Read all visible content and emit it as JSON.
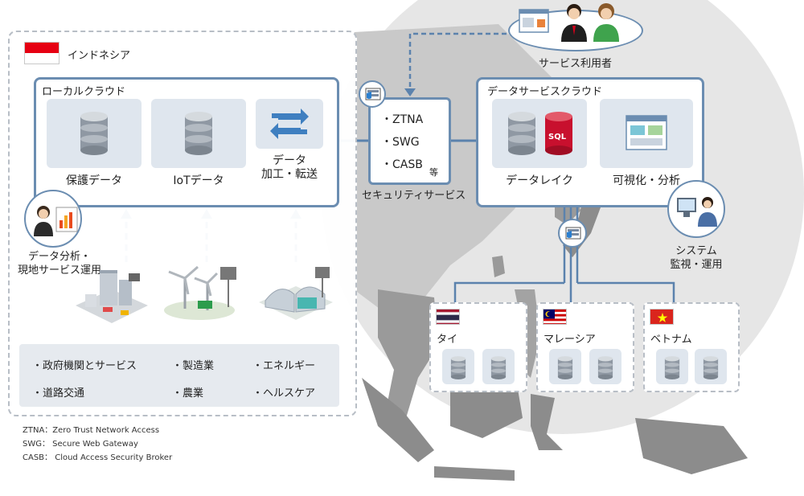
{
  "indonesia": {
    "country_label": "インドネシア",
    "local_cloud": {
      "title": "ローカルクラウド",
      "tiles": [
        {
          "label": "保護データ"
        },
        {
          "label": "IoTデータ"
        },
        {
          "label_line1": "データ",
          "label_line2": "加工・転送"
        }
      ]
    },
    "analysis_label_line1": "データ分析・",
    "analysis_label_line2": "現地サービス運用",
    "categories": [
      "・政府機関とサービス",
      "・製造業",
      "・エネルギー",
      "・道路交通",
      "・農業",
      "・ヘルスケア"
    ]
  },
  "security": {
    "items": [
      "・ZTNA",
      "・SWG",
      "・CASB"
    ],
    "etc": "等",
    "label": "セキュリティサービス"
  },
  "service_users": {
    "label": "サービス利用者"
  },
  "data_service_cloud": {
    "title": "データサービスクラウド",
    "tiles": [
      {
        "label": "データレイク",
        "sql": "SQL"
      },
      {
        "label": "可視化・分析"
      }
    ]
  },
  "system_ops": {
    "label_line1": "システム",
    "label_line2": "監視・運用"
  },
  "countries": [
    {
      "name": "タイ"
    },
    {
      "name": "マレーシア"
    },
    {
      "name": "ベトナム"
    }
  ],
  "footnotes": [
    "ZTNA：Zero Trust Network Access",
    "SWG： Secure Web Gateway",
    "CASB： Cloud Access Security Broker"
  ],
  "colors": {
    "box_border": "#6b8db1",
    "arrow": "#5b82ad",
    "map_land": "#9a9a9a",
    "map_bg": "#e3e3e3",
    "tile_bg": "#dfe6ee"
  }
}
